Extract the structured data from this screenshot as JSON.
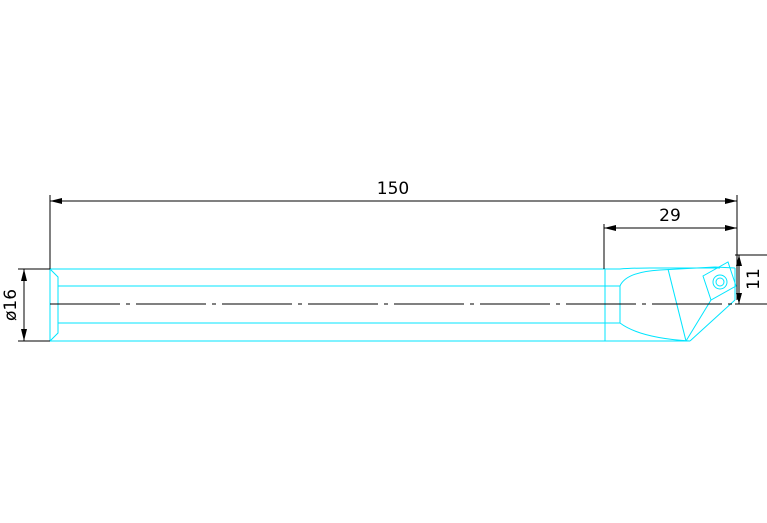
{
  "drawing": {
    "colors": {
      "part": "#00e5ff",
      "dimension": "#000000",
      "background": "#ffffff"
    },
    "dimensions": {
      "overall_length": "150",
      "head_length": "29",
      "head_height": "11",
      "shank_diameter": "ø16"
    }
  }
}
